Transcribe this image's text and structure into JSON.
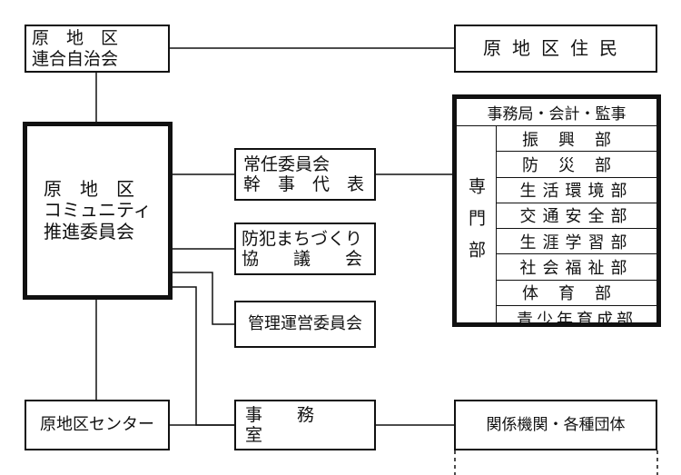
{
  "chart_data": {
    "type": "diagram",
    "nodes": [
      {
        "id": "jichikai",
        "lines": [
          "原　地　区",
          "連合自治会"
        ]
      },
      {
        "id": "jumin",
        "lines": [
          "原地区住民"
        ]
      },
      {
        "id": "suishin",
        "lines": [
          "原　地　区",
          "コミュニティ",
          "推進委員会"
        ]
      },
      {
        "id": "joninn",
        "lines": [
          "常任委員会",
          "幹　事　代　表"
        ]
      },
      {
        "id": "bohan",
        "lines": [
          "防犯まちづくり",
          "協　　議　　会"
        ]
      },
      {
        "id": "kanri",
        "lines": [
          "管理運営委員会"
        ]
      },
      {
        "id": "center",
        "lines": [
          "原地区センター"
        ]
      },
      {
        "id": "jimushitsu",
        "lines": [
          "事　　務　　室"
        ]
      },
      {
        "id": "kankei",
        "lines": [
          "関係機関・各種団体"
        ]
      }
    ],
    "secretariat": {
      "header": "事務局・会計・監事",
      "group_label": "専門部",
      "departments": [
        "振興部",
        "防災部",
        "生活環境部",
        "交通安全部",
        "生涯学習部",
        "社会福祉部",
        "体育部",
        "青少年育成部"
      ]
    },
    "edges": [
      [
        "jichikai",
        "jumin"
      ],
      [
        "jichikai",
        "suishin"
      ],
      [
        "suishin",
        "joninn"
      ],
      [
        "joninn",
        "secretariat"
      ],
      [
        "suishin",
        "bohan"
      ],
      [
        "suishin",
        "kanri"
      ],
      [
        "suishin",
        "jimushitsu"
      ],
      [
        "suishin",
        "center"
      ],
      [
        "center",
        "jimushitsu"
      ],
      [
        "jimushitsu",
        "kankei"
      ]
    ]
  }
}
